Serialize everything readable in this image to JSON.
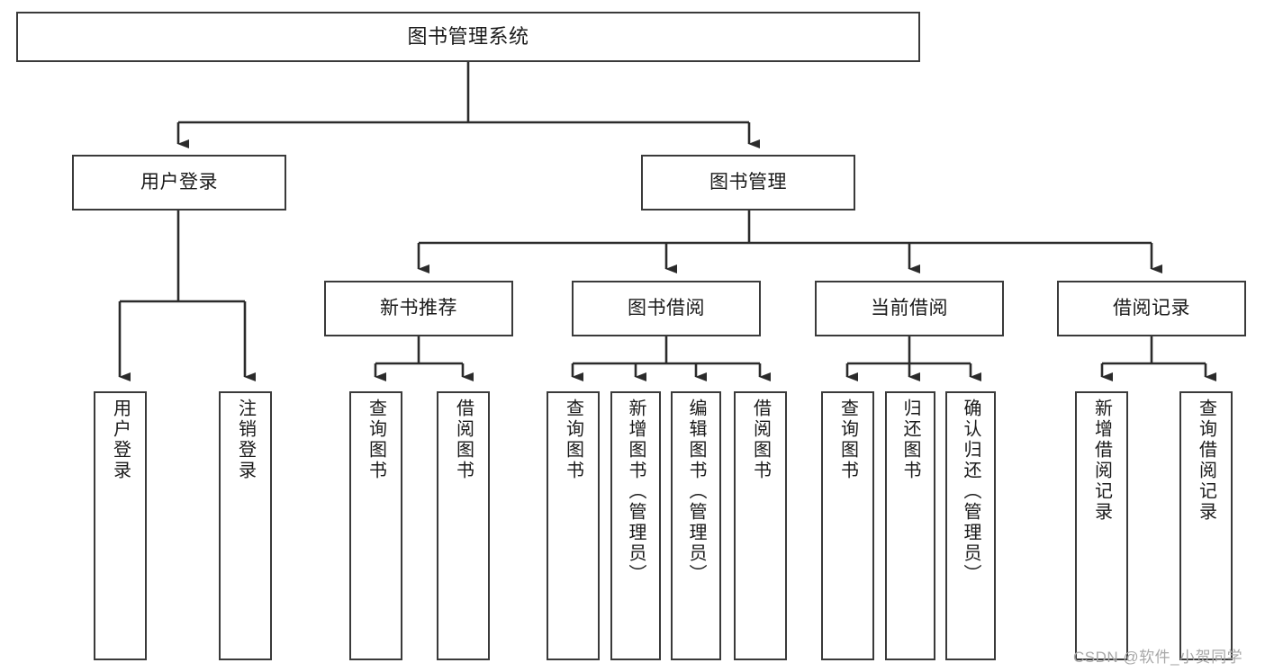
{
  "diagram": {
    "title": "图书管理系统",
    "type": "tree-hierarchy",
    "colors": {
      "box_border": "#3a3a3a",
      "box_fill": "#ffffff",
      "edge": "#2b2b2b",
      "text": "#1a1a1a",
      "watermark": "#a8a8a8"
    },
    "nodes": {
      "root": {
        "label": "图书管理系统"
      },
      "level2": [
        {
          "label": "用户登录"
        },
        {
          "label": "图书管理"
        }
      ],
      "level3": [
        {
          "label": "新书推荐"
        },
        {
          "label": "图书借阅"
        },
        {
          "label": "当前借阅"
        },
        {
          "label": "借阅记录"
        }
      ],
      "leaves_user_login": [
        {
          "label": "用户登录"
        },
        {
          "label": "注销登录"
        }
      ],
      "leaves_new_book": [
        {
          "label": "查询图书"
        },
        {
          "label": "借阅图书"
        }
      ],
      "leaves_borrow": [
        {
          "label": "查询图书"
        },
        {
          "label": "新增图书（管理员）"
        },
        {
          "label": "编辑图书（管理员）"
        },
        {
          "label": "借阅图书"
        }
      ],
      "leaves_current": [
        {
          "label": "查询图书"
        },
        {
          "label": "归还图书"
        },
        {
          "label": "确认归还（管理员）"
        }
      ],
      "leaves_record": [
        {
          "label": "新增借阅记录"
        },
        {
          "label": "查询借阅记录"
        }
      ]
    }
  },
  "watermark": {
    "text": "CSDN @软件_小贺同学"
  }
}
